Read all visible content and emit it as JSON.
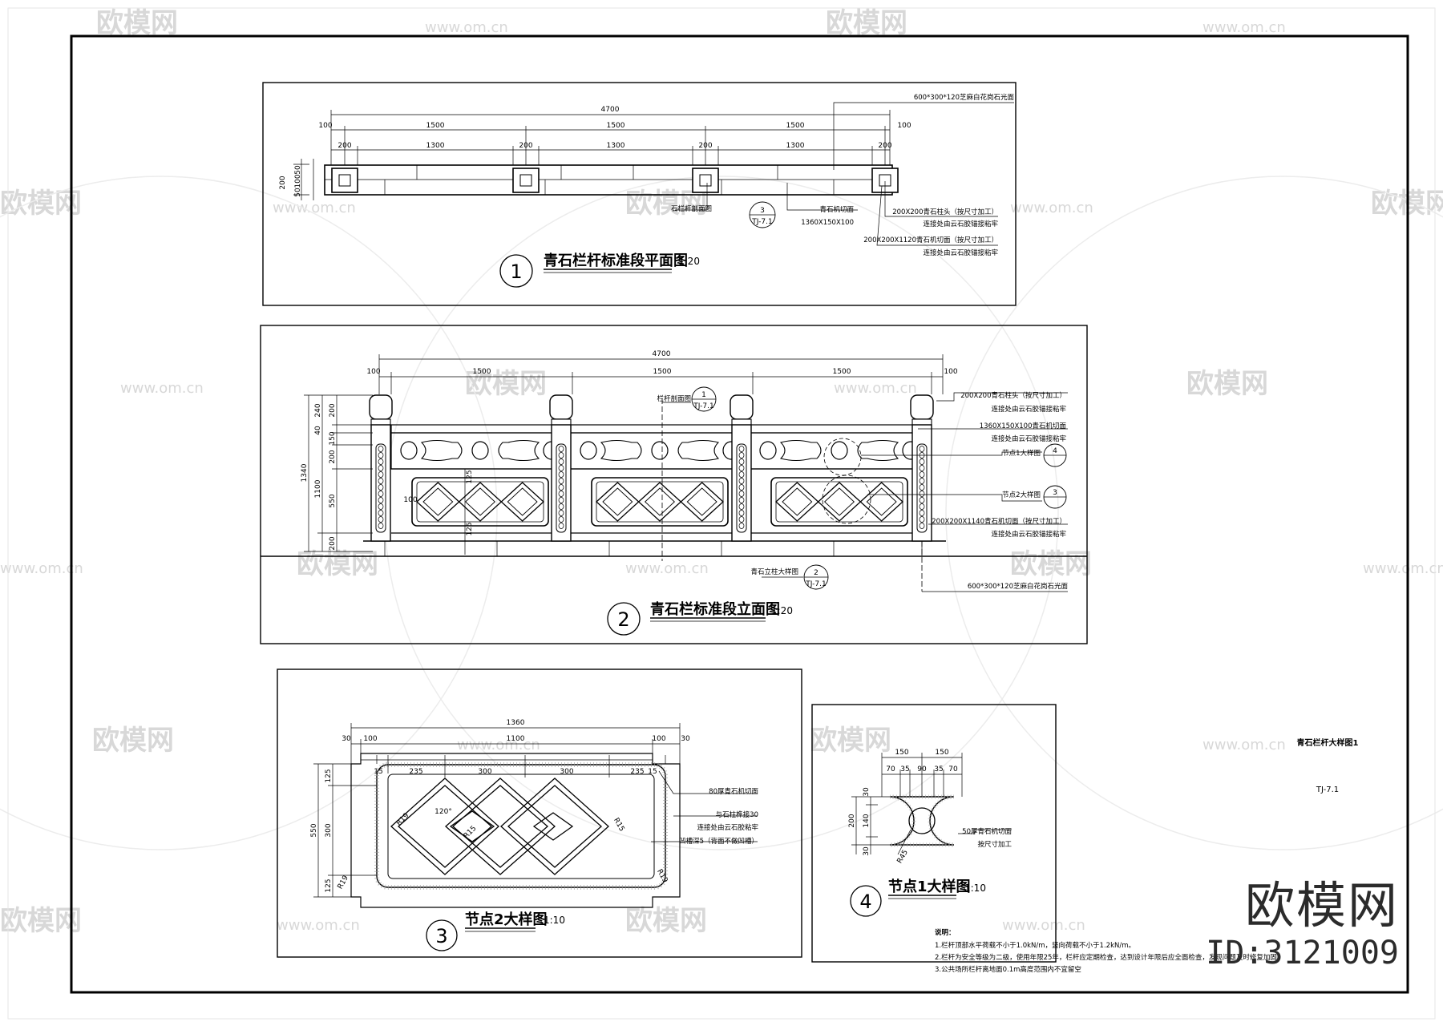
{
  "sheet": {
    "title": "青石栏杆大样图1",
    "code": "TJ-7.1"
  },
  "views": {
    "plan": {
      "number": "1",
      "title": "青石栏杆标准段平面图",
      "scale": "1:20"
    },
    "elevation": {
      "number": "2",
      "title": "青石栏标准段立面图",
      "scale": "1:20"
    },
    "detail2": {
      "number": "3",
      "title": "节点2大样图",
      "scale": "1:10"
    },
    "detail1": {
      "number": "4",
      "title": "节点1大样图",
      "scale": "1:10"
    }
  },
  "plan_dims": {
    "total": "4700",
    "spans": [
      "1500",
      "1500",
      "1500"
    ],
    "inner": [
      "1300",
      "1300",
      "1300"
    ],
    "posts": [
      "200",
      "200",
      "200",
      "200"
    ],
    "ends": [
      "100",
      "100"
    ],
    "left": [
      "50",
      "100",
      "50",
      "200"
    ]
  },
  "plan_notes": {
    "paving": "600*300*120芝麻白花岗石光面",
    "post_head": "200X200青石柱头（按尺寸加工）",
    "post_head_join": "连接处由云石胶锚接粘牢",
    "post_body": "200X200X1120青石机切面（按尺寸加工）",
    "post_body_join": "连接处由云石胶锚接粘牢",
    "section_ref": "石栏杆剖面图",
    "section_ref_num": "3",
    "section_ref_sheet": "TJ-7.1",
    "rail_top": "青石机切面",
    "rail_size": "1360X150X100"
  },
  "elev_dims": {
    "total": "4700",
    "spans": [
      "1500",
      "1500",
      "1500"
    ],
    "ends": [
      "100",
      "100"
    ],
    "left_total": "1340",
    "left_main": "1100",
    "left_parts": [
      "240",
      "40",
      "200",
      "150",
      "200",
      "550",
      "200"
    ],
    "inner": [
      "125",
      "100",
      "125"
    ]
  },
  "elev_notes": {
    "cap": "200X200青石柱头（按尺寸加工）",
    "cap_join": "连接处由云石胶锚接粘牢",
    "rail": "1360X150X100青石机切面",
    "rail_join": "连接处由云石胶锚接粘牢",
    "node1": "节点1大样图",
    "node1_num": "4",
    "node2": "节点2大样图",
    "node2_num": "3",
    "post": "200X200X1140青石机切面（按尺寸加工）",
    "post_join": "连接处由云石胶锚接粘牢",
    "section": "栏杆剖面图",
    "section_num": "1",
    "section_sheet": "TJ-7.1",
    "base_detail": "青石立柱大样图",
    "base_num": "2",
    "base_sheet": "TJ-7.1",
    "paving": "600*300*120芝麻白花岗石光面"
  },
  "detail2_dims": {
    "total": "1360",
    "edges": [
      "30",
      "100",
      "1100",
      "100",
      "30"
    ],
    "inner": [
      "15",
      "235",
      "300",
      "300",
      "235",
      "15"
    ],
    "left": [
      "125",
      "300",
      "125"
    ],
    "left_total": "550",
    "angle": "120°",
    "r1": "R15",
    "r2": "R19",
    "r3": "R19",
    "r4": "R15",
    "r5": "R19"
  },
  "detail2_notes": {
    "panel": "80厚青石机切面",
    "join": "与石柱榫接30",
    "join2": "连接处由云石胶粘牢",
    "groove": "凹槽深5（背面不做凹槽）"
  },
  "detail1_dims": {
    "top": [
      "150",
      "150"
    ],
    "sub": [
      "70",
      "35",
      "90",
      "35",
      "70"
    ],
    "left": [
      "30",
      "140",
      "30"
    ],
    "left_total": "200",
    "radius": "R45"
  },
  "detail1_notes": {
    "mat": "50厚青石机切面",
    "cut": "按尺寸加工"
  },
  "notes": {
    "heading": "说明：",
    "items": [
      "1.栏杆顶部水平荷载不小于1.0kN/m，竖向荷载不小于1.2kN/m。",
      "2.栏杆为安全等级为二级，使用年限25年，栏杆应定期检查，达到设计年限后应全面检查，发现问题及时修复加固。",
      "3.公共场所栏杆离地面0.1m高度范围内不宜留空"
    ]
  },
  "brand": {
    "name": "欧模网",
    "id": "ID:3121009"
  },
  "watermarks": {
    "logo": "欧模网",
    "url": "www.om.cn"
  }
}
